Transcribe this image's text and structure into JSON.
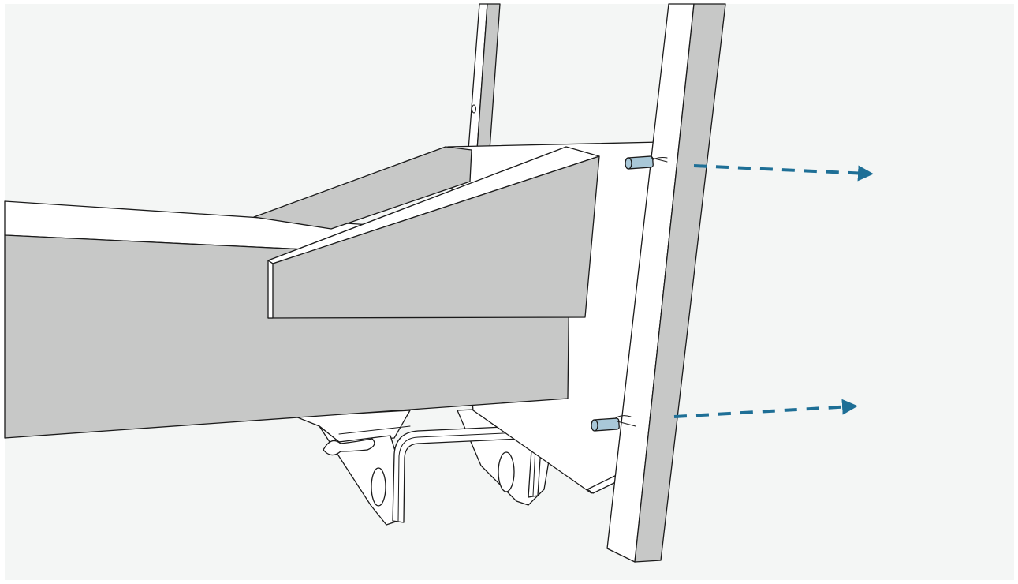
{
  "diagram": {
    "kind": "assembly-illustration",
    "description_visible_text": "",
    "colors": {
      "background": "#f4f6f5",
      "panel_face": "#ffffff",
      "panel_shade": "#c7c8c7",
      "pin": "#a9c8d8",
      "arrow": "#1e6f96",
      "outline": "#1a1a1a"
    },
    "parts": [
      "frame-upright-rear",
      "frame-upright-front",
      "mounting-plate",
      "side-gusset",
      "beam",
      "hitch-bracket",
      "u-bolt",
      "retaining-pin-upper",
      "retaining-pin-lower",
      "direction-arrow-upper",
      "direction-arrow-lower"
    ],
    "icons": [
      "arrow-right-icon",
      "arrow-right-icon"
    ]
  }
}
